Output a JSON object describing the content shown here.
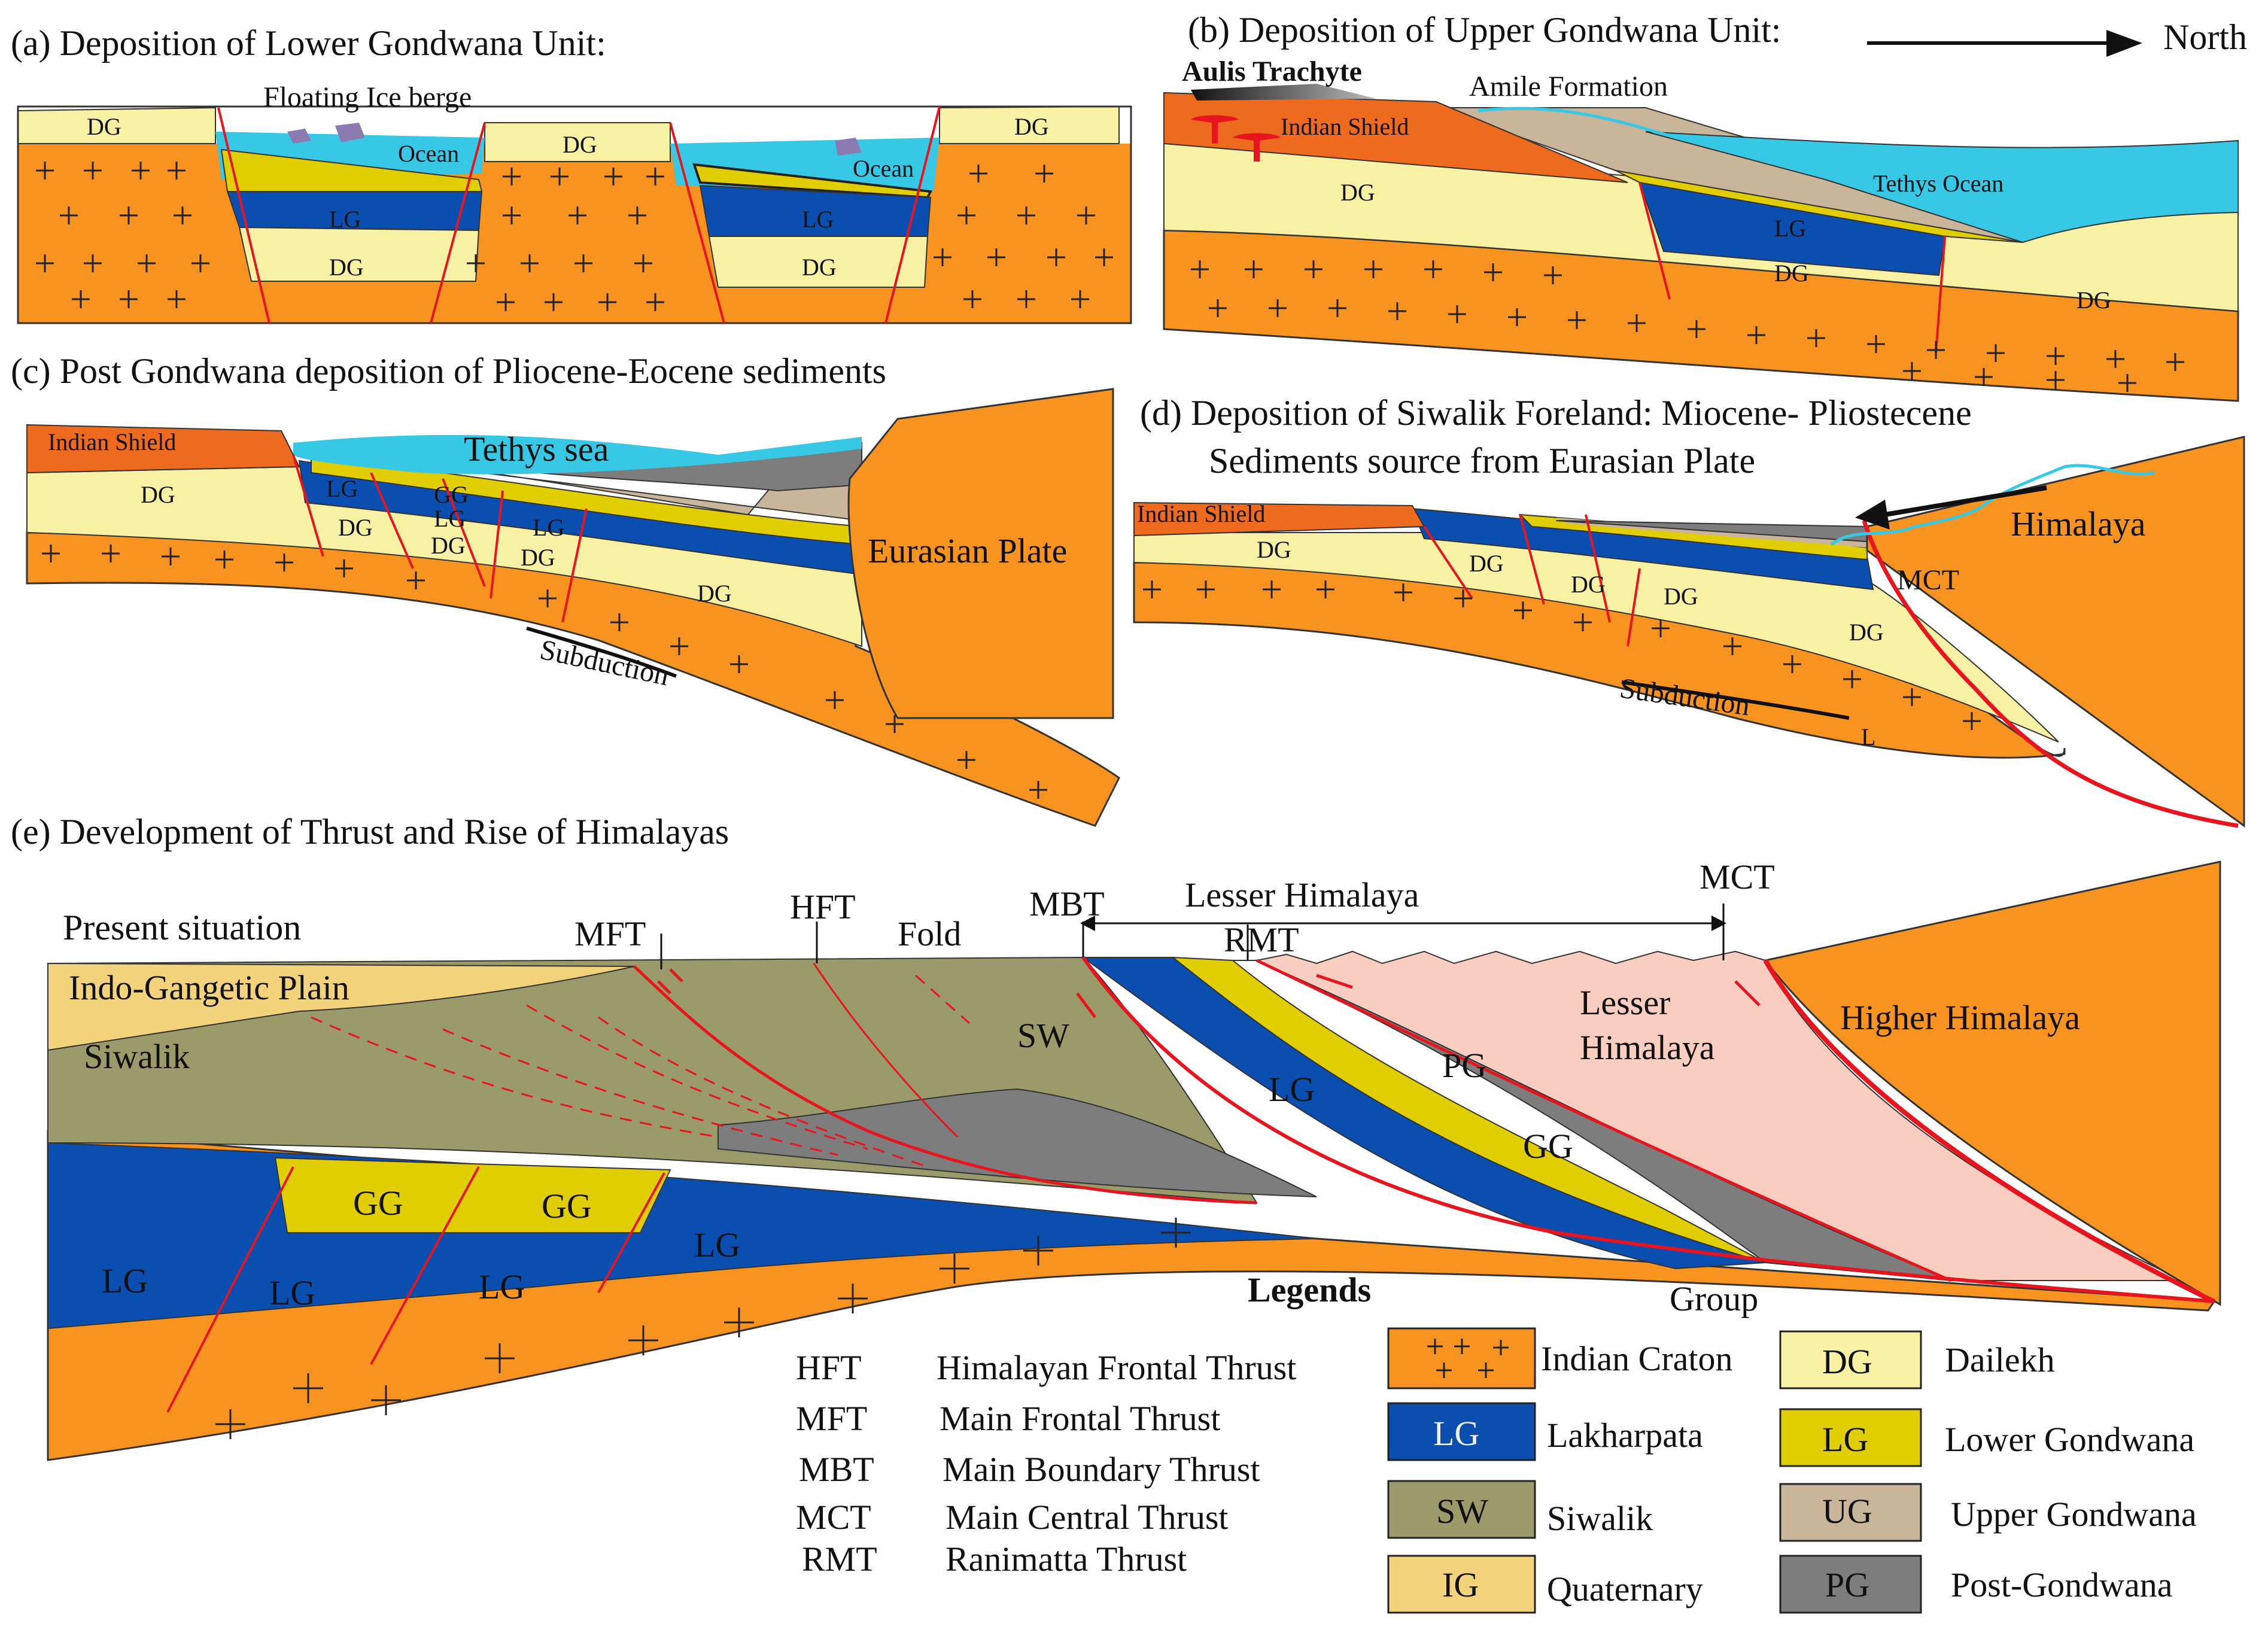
{
  "colors": {
    "indian_craton": "#F7931E",
    "indian_shield": "#EE6A1E",
    "dailekh": "#F8F1A3",
    "lakharpata": "#0A4FB0",
    "lower_gondwana": "#E0CE00",
    "upper_gondwana": "#C9B59A",
    "siwalik": "#9A9A6A",
    "post_gondwana": "#7D7D7D",
    "quaternary": "#F2D27A",
    "ocean": "#36C8E4",
    "lesser_himalaya": "#F9CDC0",
    "fault": "#E8141E"
  },
  "panel_a": {
    "title": "(a) Deposition of  Lower Gondwana Unit:",
    "labels": {
      "floating_ice": "Floating Ice berge",
      "dg": "DG",
      "lg": "LG",
      "ocean": "Ocean"
    }
  },
  "panel_b": {
    "title": "(b)  Deposition of Upper Gondwana Unit:",
    "north": "North",
    "labels": {
      "aulis": "Aulis Trachyte",
      "amile": "Amile Formation",
      "indian_shield": "Indian Shield",
      "tethys_ocean": "Tethys Ocean",
      "dg": "DG",
      "lg": "LG"
    }
  },
  "panel_c": {
    "title": "(c) Post Gondwana deposition of Pliocene-Eocene sediments",
    "labels": {
      "indian_shield": "Indian Shield",
      "tethys_sea": "Tethys sea",
      "eurasian_plate": "Eurasian Plate",
      "subduction": "Subduction",
      "dg": "DG",
      "lg": "LG",
      "gg": "GG"
    }
  },
  "panel_d": {
    "title_line1": "(d) Deposition of Siwalik Foreland: Miocene- Pliostecene",
    "title_line2": "Sediments source from Eurasian Plate",
    "labels": {
      "indian_shield": "Indian Shield",
      "himalaya": "Himalaya",
      "mct": "MCT",
      "subduction": "Subduction",
      "dg": "DG",
      "l": "L"
    }
  },
  "panel_e": {
    "title": "(e)   Development of Thrust and Rise of Himalayas",
    "present": "Present situation",
    "labels": {
      "indo_gangetic": "Indo-Gangetic Plain",
      "siwalik": "Siwalik",
      "mft": "MFT",
      "hft": "HFT",
      "fold": "Fold",
      "mbt": "MBT",
      "lesser_himalaya_top": "Lesser Himalaya",
      "rmt": "RMT",
      "mct": "MCT",
      "sw": "SW",
      "lg": "LG",
      "pg": "PG",
      "gg": "GG",
      "lesser_line1": "Lesser",
      "lesser_line2": "Himalaya",
      "higher_himalaya": "Higher Himalaya",
      "group": "Group"
    }
  },
  "abbreviations": [
    {
      "abbr": "HFT",
      "name": "Himalayan Frontal Thrust"
    },
    {
      "abbr": "MFT",
      "name": "Main Frontal Thrust"
    },
    {
      "abbr": "MBT",
      "name": "Main Boundary Thrust"
    },
    {
      "abbr": "MCT",
      "name": "Main Central Thrust"
    },
    {
      "abbr": "RMT",
      "name": "Ranimatta Thrust"
    }
  ],
  "legend": {
    "title": "Legends",
    "items": [
      {
        "code": "++ +\n+ +",
        "label": "Indian Craton",
        "color_key": "indian_craton"
      },
      {
        "code": "DG",
        "label": "Dailekh",
        "color_key": "dailekh"
      },
      {
        "code": "LG",
        "label": "Lakharpata",
        "color_key": "lakharpata"
      },
      {
        "code": "LG",
        "label": "Lower Gondwana",
        "color_key": "lower_gondwana"
      },
      {
        "code": "SW",
        "label": "Siwalik",
        "color_key": "siwalik"
      },
      {
        "code": "UG",
        "label": "Upper Gondwana",
        "color_key": "upper_gondwana"
      },
      {
        "code": "IG",
        "label": "Quaternary",
        "color_key": "quaternary"
      },
      {
        "code": "PG",
        "label": "Post-Gondwana",
        "color_key": "post_gondwana"
      }
    ]
  }
}
